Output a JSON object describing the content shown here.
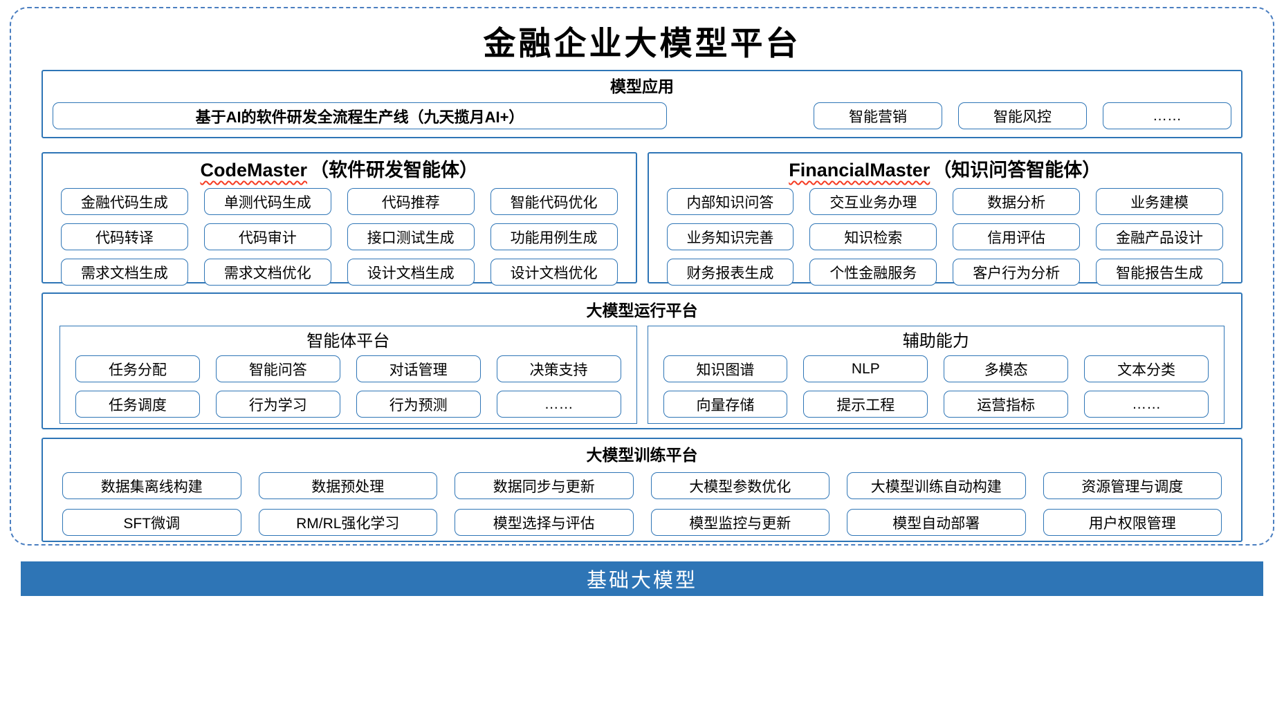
{
  "title": "金融企业大模型平台",
  "colors": {
    "accent_border": "#2E75B6",
    "dashed_frame": "#4A7EC0",
    "base_bar_fill": "#2E75B6",
    "squiggle_underline": "#F53A22",
    "text": "#000000",
    "base_bar_text": "#FFFFFF"
  },
  "model_application": {
    "title": "模型应用",
    "primary_item": "基于AI的软件研发全流程生产线（九天揽月AI+）",
    "items": [
      "智能营销",
      "智能风控",
      "……"
    ]
  },
  "code_master": {
    "title_en": "CodeMaster",
    "title_cn": "（软件研发智能体）",
    "items": [
      "金融代码生成",
      "单测代码生成",
      "代码推荐",
      "智能代码优化",
      "代码转译",
      "代码审计",
      "接口测试生成",
      "功能用例生成",
      "需求文档生成",
      "需求文档优化",
      "设计文档生成",
      "设计文档优化"
    ]
  },
  "financial_master": {
    "title_en": "FinancialMaster",
    "title_cn": "（知识问答智能体）",
    "items": [
      "内部知识问答",
      "交互业务办理",
      "数据分析",
      "业务建模",
      "业务知识完善",
      "知识检索",
      "信用评估",
      "金融产品设计",
      "财务报表生成",
      "个性金融服务",
      "客户行为分析",
      "智能报告生成"
    ]
  },
  "runtime_platform": {
    "title": "大模型运行平台",
    "agent_platform": {
      "title": "智能体平台",
      "items": [
        "任务分配",
        "智能问答",
        "对话管理",
        "决策支持",
        "任务调度",
        "行为学习",
        "行为预测",
        "……"
      ]
    },
    "auxiliary": {
      "title": "辅助能力",
      "items": [
        "知识图谱",
        "NLP",
        "多模态",
        "文本分类",
        "向量存储",
        "提示工程",
        "运营指标",
        "……"
      ]
    }
  },
  "training_platform": {
    "title": "大模型训练平台",
    "items": [
      "数据集离线构建",
      "数据预处理",
      "数据同步与更新",
      "大模型参数优化",
      "大模型训练自动构建",
      "资源管理与调度",
      "SFT微调",
      "RM/RL强化学习",
      "模型选择与评估",
      "模型监控与更新",
      "模型自动部署",
      "用户权限管理"
    ]
  },
  "base_model": {
    "label": "基础大模型"
  }
}
